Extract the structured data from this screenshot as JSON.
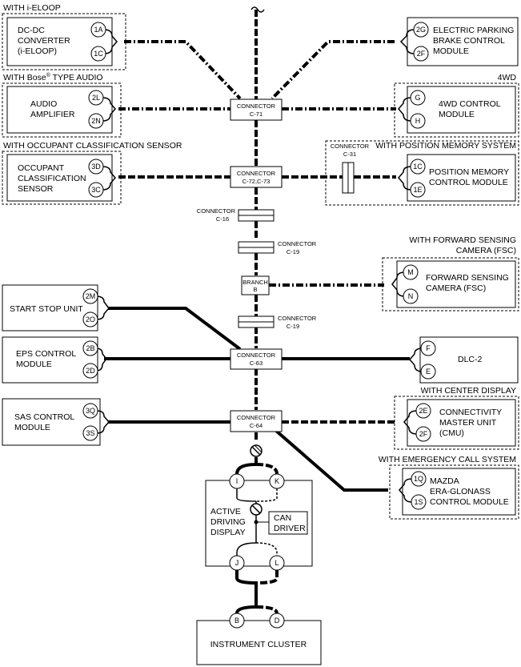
{
  "groups": {
    "ieloop": "WITH i-ELOOP",
    "bose_pre": "WITH Bose",
    "bose_reg": "®",
    "bose_post": " TYPE AUDIO",
    "fourwd": "4WD",
    "occupant": "WITH OCCUPANT CLASSIFICATION SENSOR",
    "position_memory": "WITH POSITION MEMORY SYSTEM",
    "fsc_1": "WITH FORWARD SENSING",
    "fsc_2": "CAMERA (FSC)",
    "center_display": "WITH CENTER DISPLAY",
    "emergency": "WITH EMERGENCY CALL SYSTEM"
  },
  "modules": {
    "dcdc": [
      "DC-DC",
      "CONVERTER",
      "(i-ELOOP)"
    ],
    "epb": [
      "ELECTRIC PARKING",
      "BRAKE CONTROL",
      "MODULE"
    ],
    "audio": [
      "AUDIO",
      "AMPLIFIER"
    ],
    "fourwd": [
      "4WD CONTROL",
      "MODULE"
    ],
    "ocs": [
      "OCCUPANT",
      "CLASSIFICATION",
      "SENSOR"
    ],
    "posmem": [
      "POSITION MEMORY",
      "CONTROL MODULE"
    ],
    "fsc": [
      "FORWARD SENSING",
      "CAMERA (FSC)"
    ],
    "ssu": "START STOP UNIT",
    "eps": [
      "EPS CONTROL",
      "MODULE"
    ],
    "dlc": "DLC-2",
    "sas": [
      "SAS CONTROL",
      "MODULE"
    ],
    "cmu": [
      "CONNECTIVITY",
      "MASTER UNIT",
      "(CMU)"
    ],
    "era": [
      "MAZDA",
      "ERA-GLONASS",
      "CONTROL MODULE"
    ],
    "add": [
      "ACTIVE",
      "DRIVING",
      "DISPLAY"
    ],
    "can_driver": [
      "CAN",
      "DRIVER"
    ],
    "cluster": "INSTRUMENT CLUSTER"
  },
  "connectors": {
    "c71": [
      "CONNECTOR",
      "C-71"
    ],
    "c72": [
      "CONNECTOR",
      "C-72,C-73"
    ],
    "c31": [
      "CONNECTOR",
      "C-31"
    ],
    "c16": [
      "CONNECTOR",
      "C-16"
    ],
    "c19a": [
      "CONNECTOR",
      "C-19"
    ],
    "branch": [
      "BRANCH",
      "B"
    ],
    "c19b": [
      "CONNECTOR",
      "C-19"
    ],
    "c63": [
      "CONNECTOR",
      "C-63"
    ],
    "c64": [
      "CONNECTOR",
      "C-64"
    ]
  },
  "pins": {
    "dcdc": [
      "1A",
      "1C"
    ],
    "epb": [
      "2G",
      "2F"
    ],
    "audio": [
      "2L",
      "2N"
    ],
    "fourwd": [
      "G",
      "H"
    ],
    "ocs": [
      "3D",
      "3C"
    ],
    "posmem": [
      "1C",
      "1E"
    ],
    "fsc": [
      "M",
      "N"
    ],
    "ssu": [
      "2M",
      "2O"
    ],
    "eps": [
      "2B",
      "2D"
    ],
    "dlc": [
      "F",
      "E"
    ],
    "sas": [
      "3Q",
      "3S"
    ],
    "cmu": [
      "2E",
      "2F"
    ],
    "era": [
      "1Q",
      "1S"
    ],
    "add_top": [
      "I",
      "K"
    ],
    "add_bottom": [
      "J",
      "L"
    ],
    "cluster": [
      "B",
      "D"
    ]
  }
}
